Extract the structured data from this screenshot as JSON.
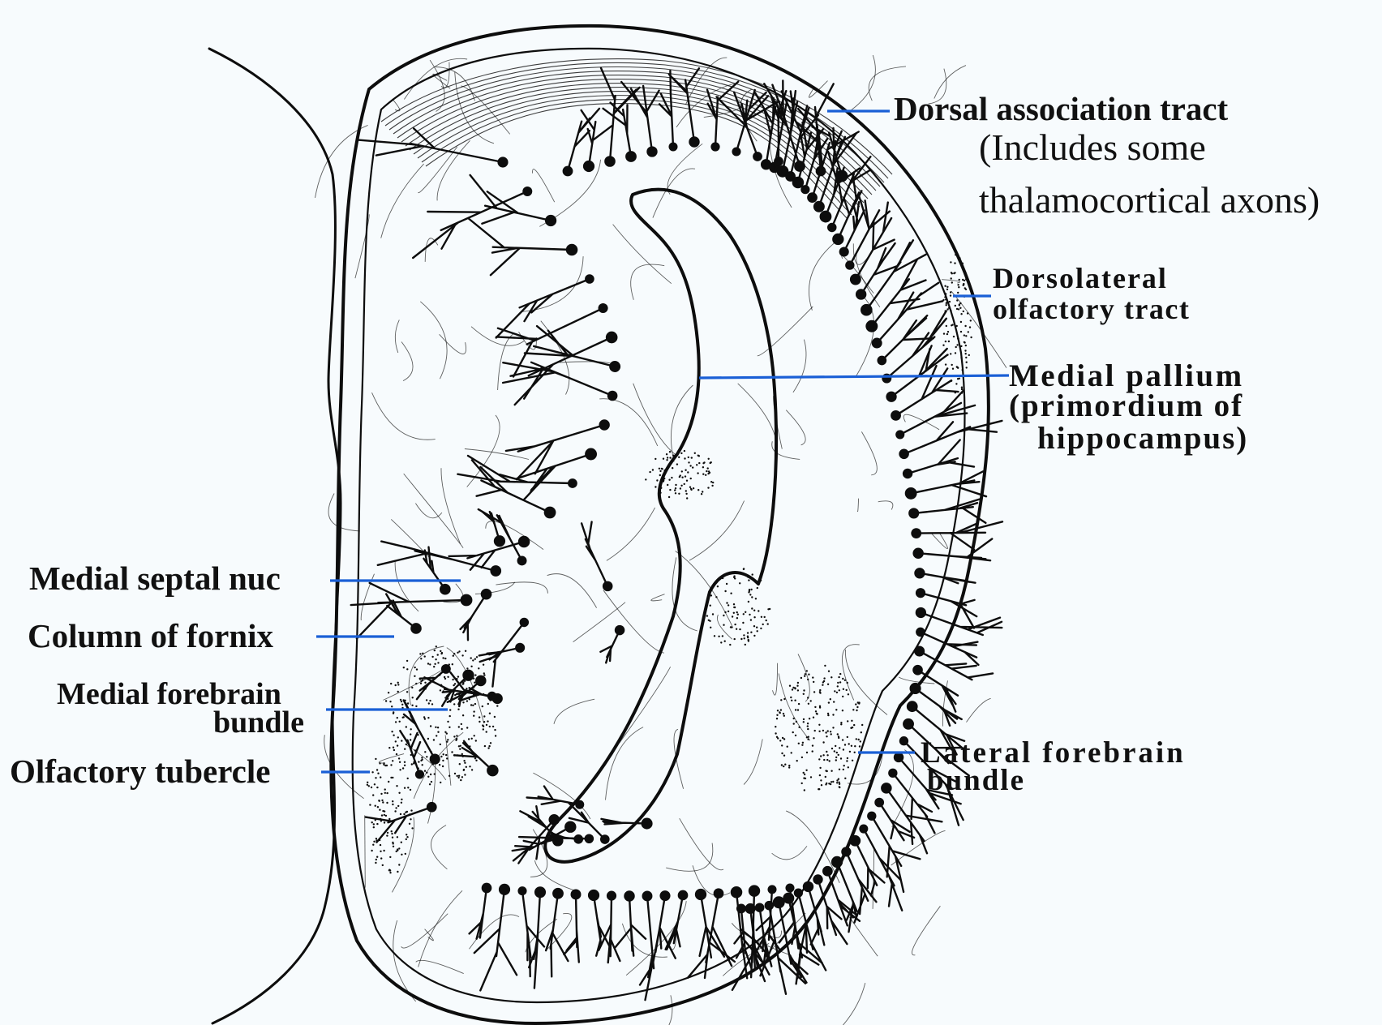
{
  "labels": {
    "dorsal_association_tract": "Dorsal association tract",
    "dorsal_note_line1": "(Includes some",
    "dorsal_note_line2": "thalamocortical axons)",
    "dorsolateral_line1": "Dorsolateral",
    "dorsolateral_line2": "olfactory tract",
    "medial_pallium_line1": "Medial pallium",
    "medial_pallium_line2": "(primordium of",
    "medial_pallium_line3": "hippocampus)",
    "lateral_forebrain_line1": "Lateral forebrain",
    "lateral_forebrain_line2": "bundle",
    "medial_septal": "Medial septal nuc",
    "column_fornix": "Column of fornix",
    "medial_forebrain_line1": "Medial forebrain",
    "medial_forebrain_line2": "bundle",
    "olfactory_tubercle": "Olfactory tubercle"
  },
  "colors": {
    "leader_line": "#1a5fd6",
    "ink": "#0d0d0d",
    "background": "#f7fbfd"
  }
}
